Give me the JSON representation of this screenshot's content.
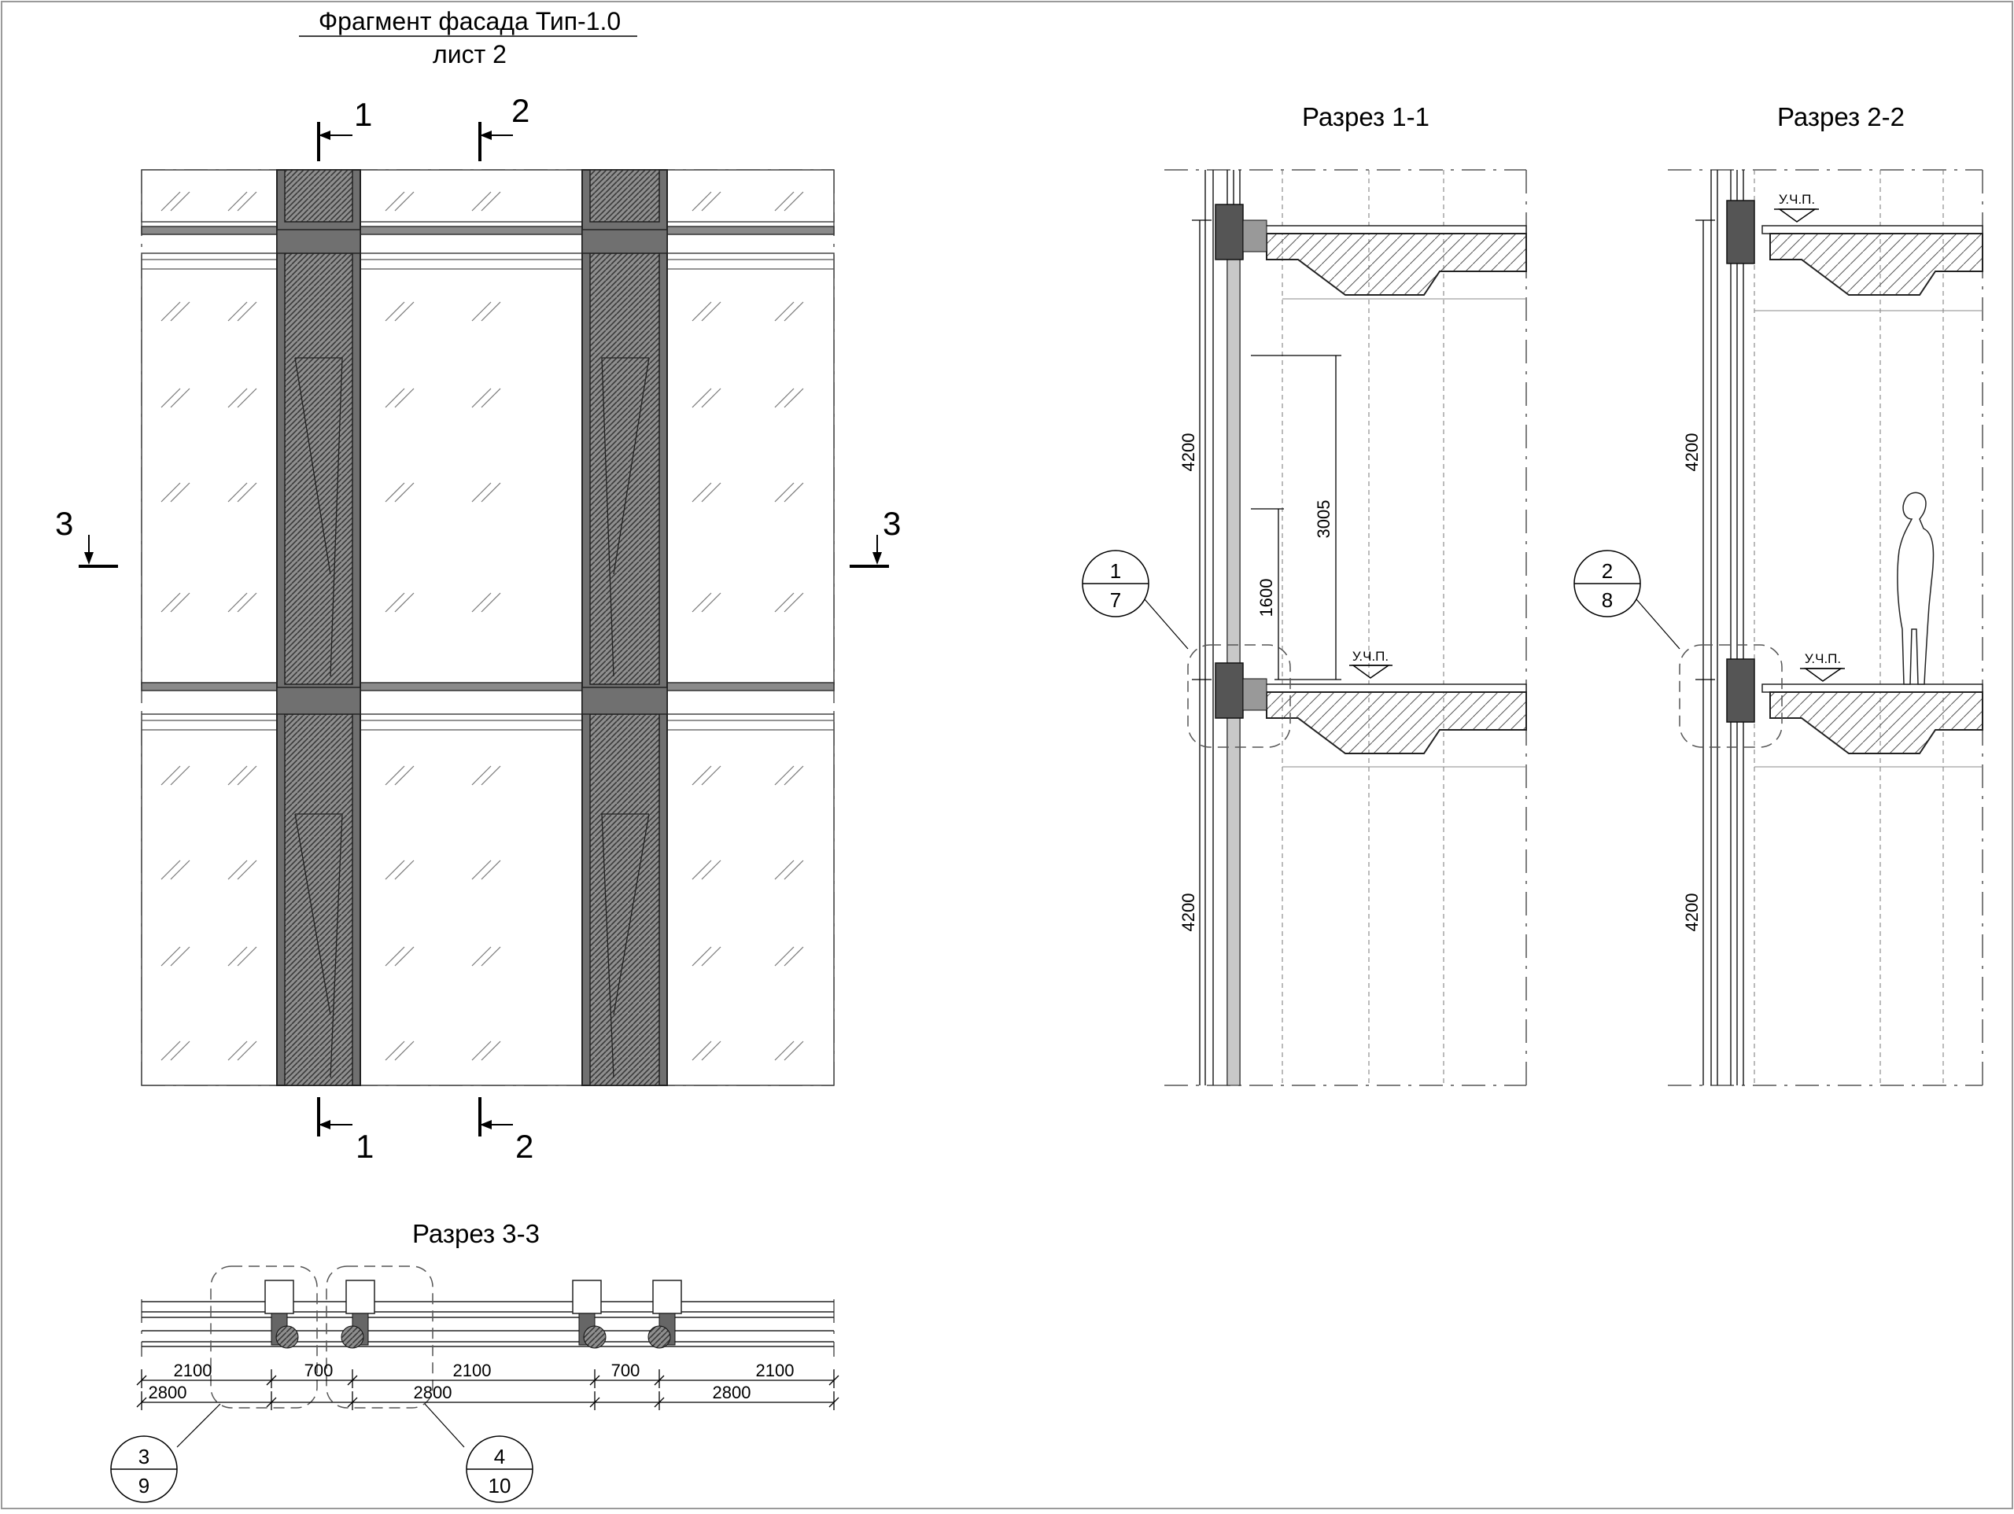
{
  "sheet": {
    "title_line1": "Фрагмент фасада Тип-1.0",
    "title_line2": "лист 2"
  },
  "elevation": {
    "cut_labels": {
      "c1_top": "1",
      "c2_top": "2",
      "c1_bottom": "1",
      "c2_bottom": "2",
      "c3_left": "3",
      "c3_right": "3"
    }
  },
  "section_1_1": {
    "title": "Разрез 1-1",
    "dims": {
      "floor_upper": "4200",
      "floor_lower": "4200",
      "window_height": "3005",
      "sill_height": "1600"
    },
    "level_mark": "У.Ч.П.",
    "callout": {
      "num": "1",
      "sheet": "7"
    }
  },
  "section_2_2": {
    "title": "Разрез 2-2",
    "dims": {
      "floor_upper": "4200",
      "floor_lower": "4200"
    },
    "level_mark_top": "У.Ч.П.",
    "level_mark_mid": "У.Ч.П.",
    "callout": {
      "num": "2",
      "sheet": "8"
    }
  },
  "section_3_3": {
    "title": "Разрез 3-3",
    "dims_upper": [
      "2100",
      "700",
      "2100",
      "700",
      "2100"
    ],
    "dims_lower": [
      "2800",
      "2800",
      "2800"
    ],
    "callout_a": {
      "num": "3",
      "sheet": "9"
    },
    "callout_b": {
      "num": "4",
      "sheet": "10"
    }
  }
}
